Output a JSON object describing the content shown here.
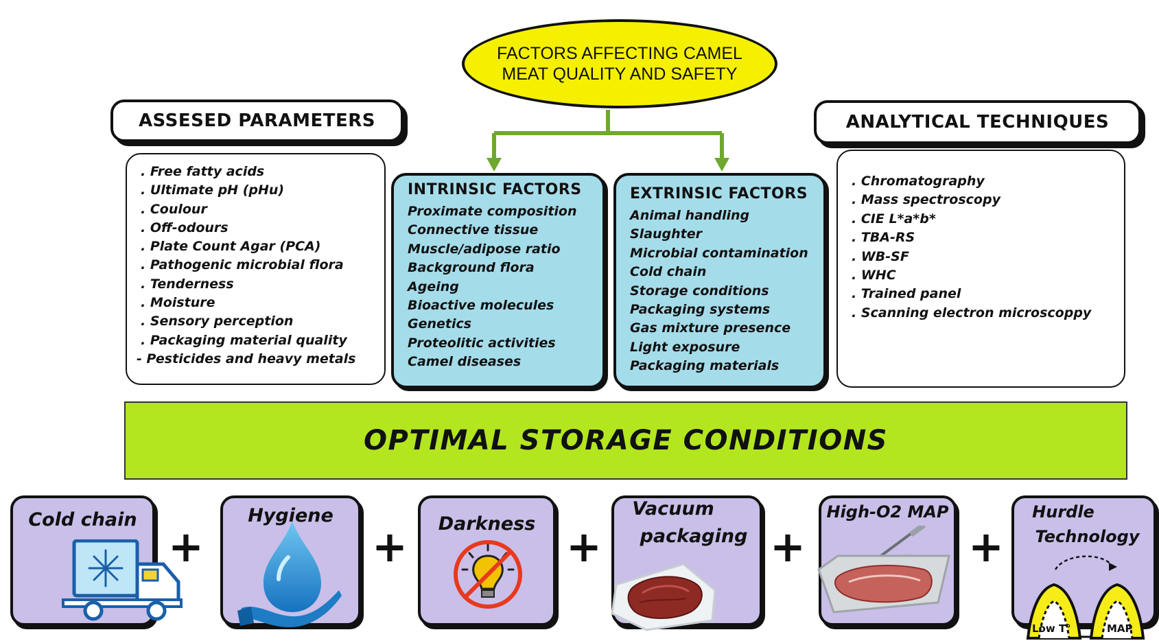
{
  "top": {
    "line1": "FACTORS AFFECTING CAMEL",
    "line2": "MEAT QUALITY AND SAFETY"
  },
  "headers": {
    "assessed": "ASSESED PARAMETERS",
    "analytical": "ANALYTICAL TECHNIQUES"
  },
  "assessed_items": [
    ". Free fatty acids",
    ". Ultimate pH (pHu)",
    ". Coulour",
    ". Off-odours",
    ". Plate Count Agar (PCA)",
    ". Pathogenic microbial flora",
    ". Tenderness",
    ". Moisture",
    ". Sensory perception",
    ". Packaging material quality",
    "- Pesticides and heavy metals"
  ],
  "intrinsic": {
    "title": "INTRINSIC FACTORS",
    "items": [
      "Proximate composition",
      "Connective tissue",
      "Muscle/adipose ratio",
      "Background flora",
      "Ageing",
      "Bioactive molecules",
      "Genetics",
      "Proteolitic activities",
      "Camel diseases"
    ]
  },
  "extrinsic": {
    "title": "EXTRINSIC FACTORS",
    "items": [
      "Animal handling",
      "Slaughter",
      "Microbial contamination",
      "Cold chain",
      "Storage conditions",
      "Packaging systems",
      "Gas mixture presence",
      "Light exposure",
      "Packaging materials"
    ]
  },
  "analytical_items": [
    ". Chromatography",
    ". Mass spectroscopy",
    ". CIE L*a*b*",
    ". TBA-RS",
    ". WB-SF",
    ". WHC",
    ". Trained panel",
    ". Scanning electron microscoppy"
  ],
  "storage_title": "OPTIMAL STORAGE CONDITIONS",
  "methods": {
    "cold_chain": "Cold chain",
    "hygiene": "Hygiene",
    "darkness": "Darkness",
    "vacuum_1": "Vacuum",
    "vacuum_2": "packaging",
    "high_o2": "High-O2 MAP",
    "hurdle_1": "Hurdle",
    "hurdle_2": "Technology"
  },
  "hurdle_labels": {
    "low_t": "Low T°",
    "map": "MAP"
  },
  "plus_symbol": "+",
  "colors": {
    "ellipse": "#f5f000",
    "connector": "#6fa82e",
    "factor_box": "#a5dcea",
    "storage_bar": "#b3e61e",
    "method_box": "#c9bfe9"
  }
}
